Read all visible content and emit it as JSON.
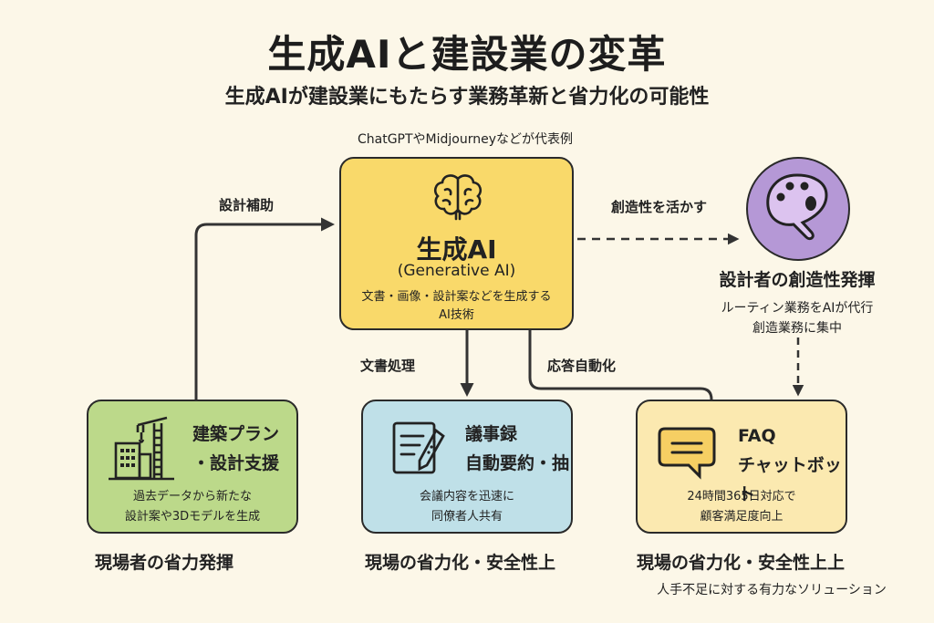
{
  "header": {
    "title": "生成AIと建設業の変革",
    "subtitle": "生成AIが建設業にもたらす業務革新と省力化の可能性"
  },
  "central": {
    "caption": "ChatGPTやMidjourneyなどが代表例",
    "icon": "brain-icon",
    "name": "生成AI",
    "english": "(Generative AI)",
    "desc_line1": "文書・画像・設計案などを生成する",
    "desc_line2": "AI技術",
    "color": "#f9d96a"
  },
  "connectors": {
    "design_support": "設計補助",
    "creativity": "創造性を活かす",
    "document_processing": "文書処理",
    "response_automation": "応答自動化"
  },
  "designer": {
    "icon": "palette-icon",
    "title": "設計者の創造性発揮",
    "desc_line1": "ルーティン業務をAIが代行",
    "desc_line2": "創造業務に集中",
    "color": "#b598d6"
  },
  "cards": [
    {
      "icon": "construction-crane-icon",
      "title_line1": "建築プラン",
      "title_line2": "・設計支援",
      "desc_line1": "過去データから新たな",
      "desc_line2": "設計案や3Dモデルを生成",
      "footer": "現場者の省力発揮",
      "color": "#bcd98a"
    },
    {
      "icon": "document-pen-icon",
      "title_line1": "議事録",
      "title_line2": "自動要約・抽",
      "desc_line1": "会議内容を迅速に",
      "desc_line2": "同僚者人共有",
      "footer": "現場の省力化・安全性上",
      "color": "#bfe0e8"
    },
    {
      "icon": "chat-bubble-icon",
      "title_line1": "FAQ",
      "title_line2": "チャットボット",
      "desc_line1": "24時間365日対応で",
      "desc_line2": "顧客満足度向上",
      "footer": "現場の省力化・安全性上上",
      "footer_sub": "人手不足に対する有力なソリューション",
      "color": "#fbe9b0"
    }
  ]
}
